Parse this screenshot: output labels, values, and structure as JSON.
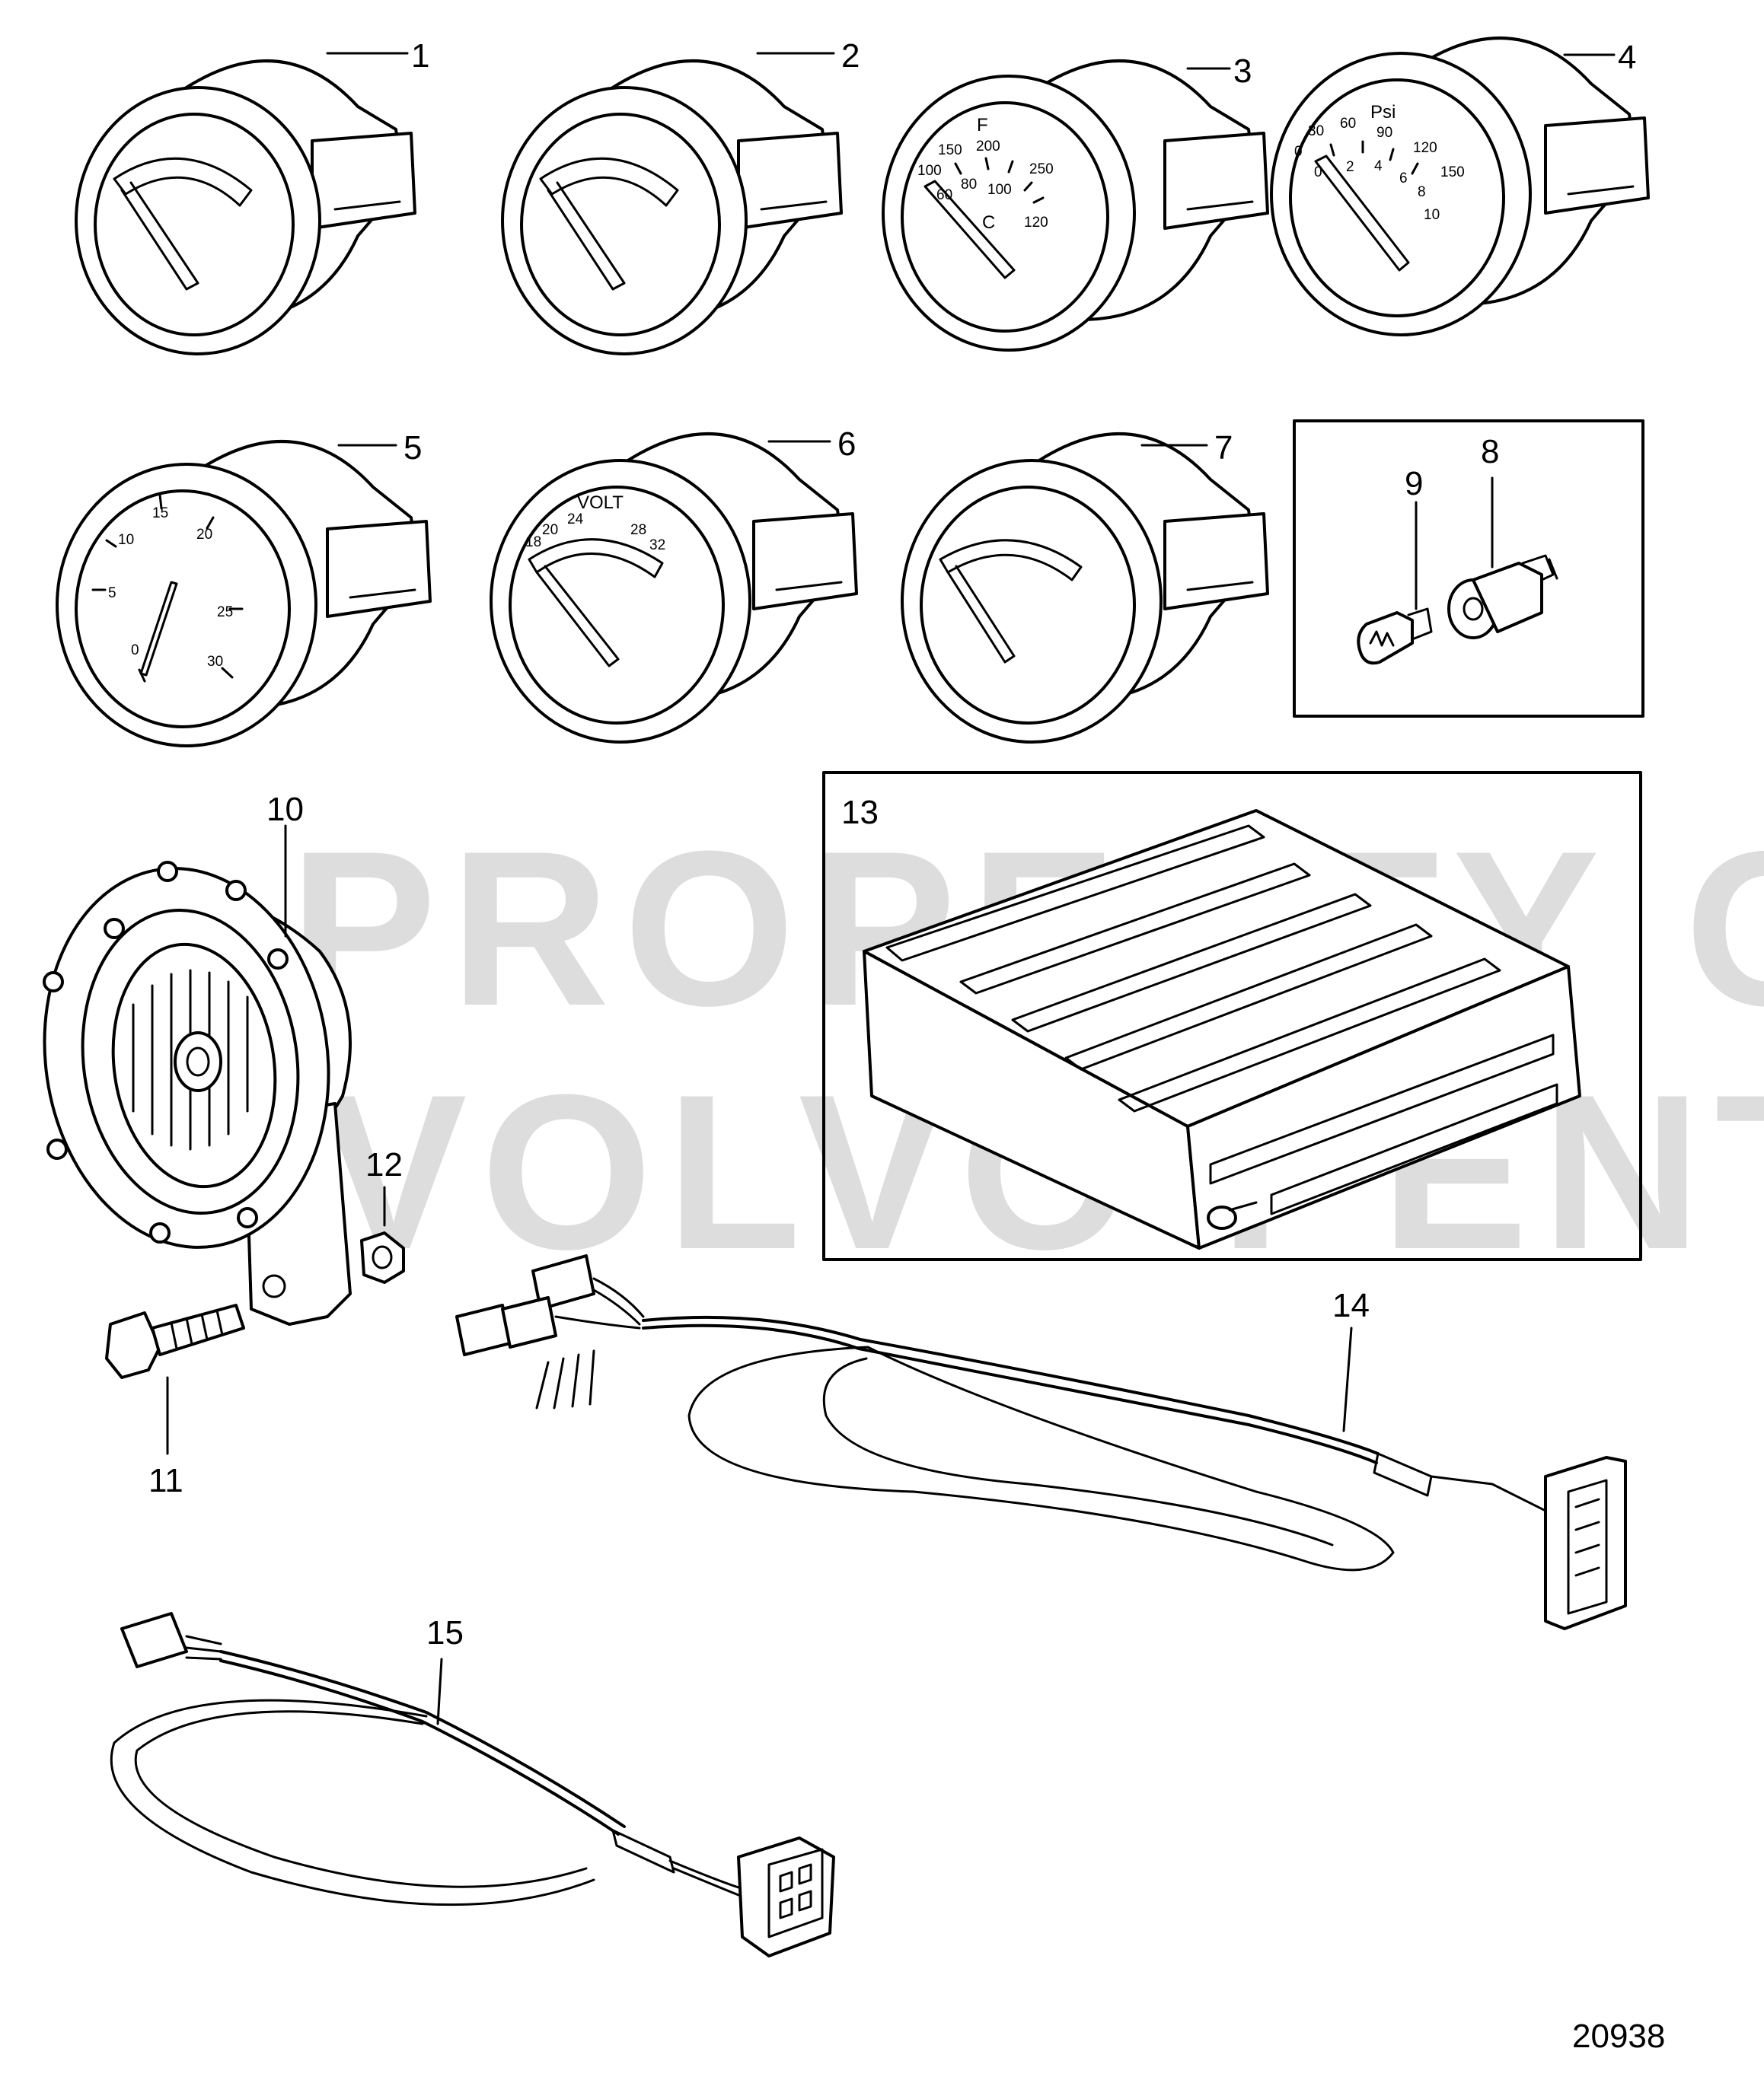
{
  "callouts": {
    "p1": "1",
    "p2": "2",
    "p3": "3",
    "p4": "4",
    "p5": "5",
    "p6": "6",
    "p7": "7",
    "p8": "8",
    "p9": "9",
    "p10": "10",
    "p11": "11",
    "p12": "12",
    "p13": "13",
    "p14": "14",
    "p15": "15"
  },
  "gauge_temperature": {
    "unit_top": "F",
    "unit_bottom": "C",
    "outer_scale": [
      "100",
      "150",
      "200",
      "250"
    ],
    "inner_scale": [
      "60",
      "80",
      "100",
      "120"
    ]
  },
  "gauge_pressure": {
    "unit": "Psi",
    "outer_scale": [
      "0",
      "30",
      "60",
      "90",
      "120",
      "150"
    ],
    "inner_scale": [
      "0",
      "2",
      "4",
      "6",
      "8",
      "10"
    ]
  },
  "gauge_tachometer": {
    "scale": [
      "0",
      "5",
      "10",
      "15",
      "20",
      "25",
      "30"
    ]
  },
  "gauge_voltmeter": {
    "unit": "VOLT",
    "scale": [
      "18",
      "20",
      "24",
      "28",
      "32"
    ]
  },
  "watermark": {
    "line1": "PROPERTY OF",
    "line2": "VOLVO PENTA"
  },
  "figure_number": "20938"
}
